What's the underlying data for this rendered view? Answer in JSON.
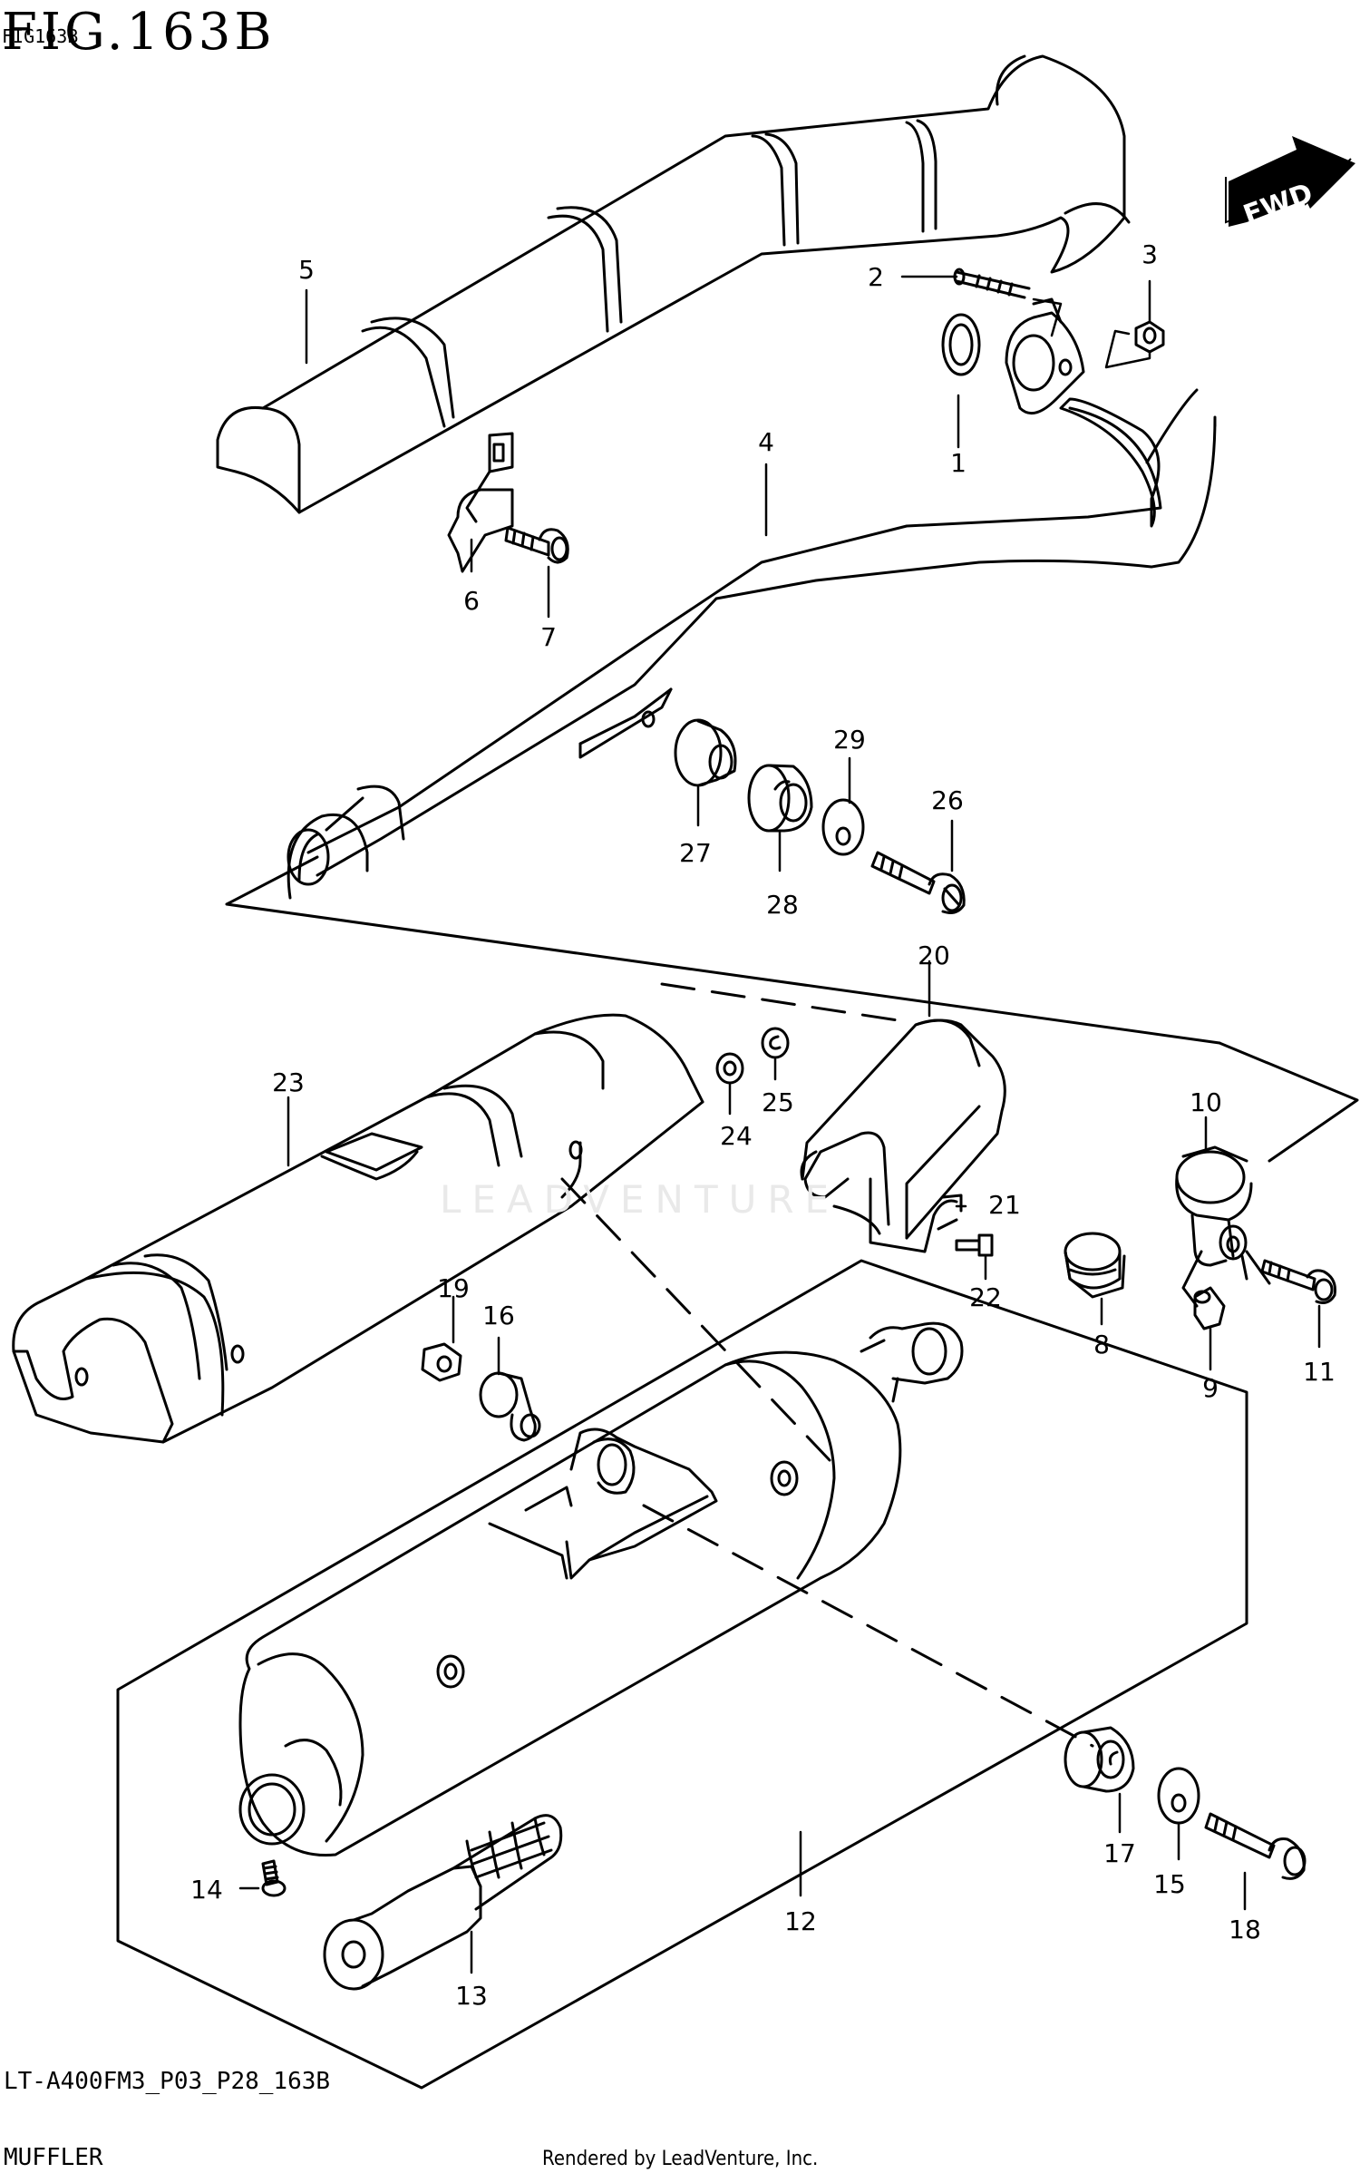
{
  "header": {
    "figure_title": "FIG.163B",
    "figure_code": "FIG163B"
  },
  "footer": {
    "model_code": "LT-A400FM3_P03_P28_163B",
    "section_name": "MUFFLER",
    "rendered_by": "Rendered by LeadVenture, Inc."
  },
  "watermark": "LEADVENTURE",
  "direction_badge": "FWD",
  "callouts": [
    "1",
    "2",
    "3",
    "4",
    "5",
    "6",
    "7",
    "8",
    "9",
    "10",
    "11",
    "12",
    "13",
    "14",
    "15",
    "16",
    "17",
    "18",
    "19",
    "20",
    "21",
    "22",
    "23",
    "24",
    "25",
    "26",
    "27",
    "28",
    "29"
  ]
}
